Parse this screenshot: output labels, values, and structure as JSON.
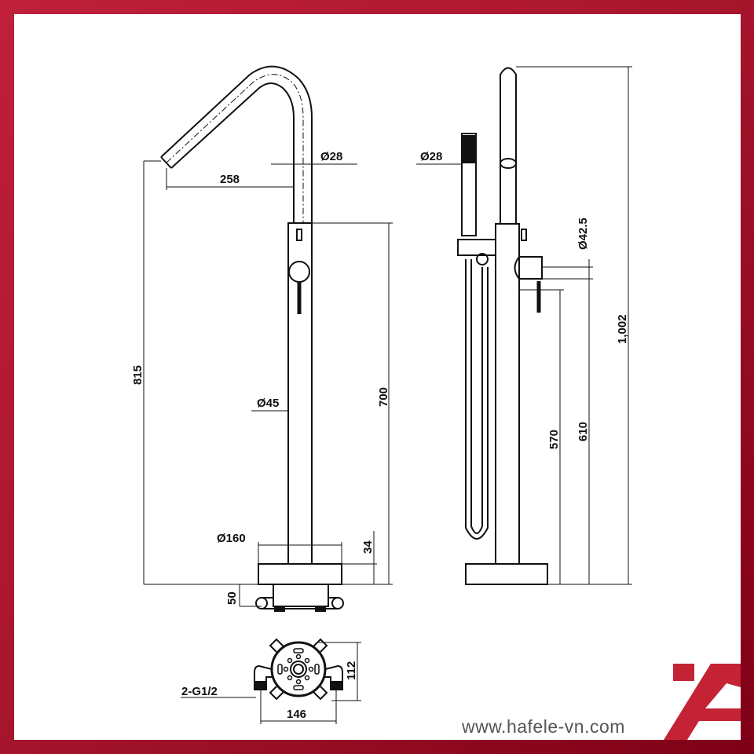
{
  "dimensions": {
    "spout_reach": "258",
    "spout_diameter": "Ø28",
    "body_diameter": "Ø45",
    "base_diameter": "Ø160",
    "total_height_left": "815",
    "body_height": "700",
    "base_height": "34",
    "below_floor": "50",
    "handshower_diameter": "Ø28",
    "handle_diameter": "Ø42.5",
    "total_height": "1,002",
    "height_610": "610",
    "height_570": "570",
    "connection": "2-G1/2",
    "box_width": "146",
    "box_height": "112"
  },
  "footer": {
    "website": "www.hafele-vn.com"
  },
  "colors": {
    "brand_red": "#c42336",
    "border": "#a5152c",
    "line": "#111111"
  }
}
